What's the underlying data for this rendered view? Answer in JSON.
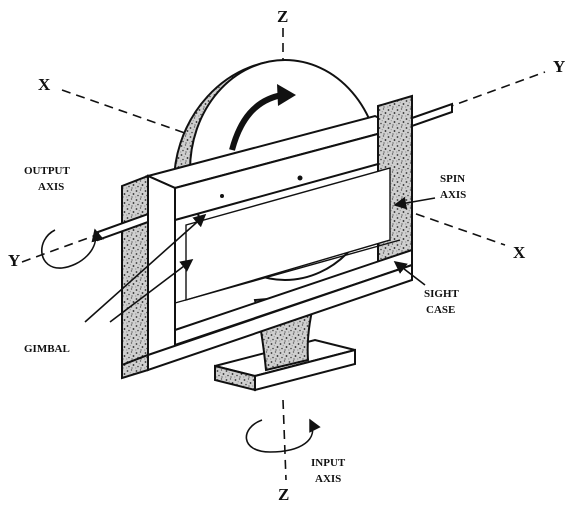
{
  "labels": {
    "z_top": "Z",
    "z_bottom": "Z",
    "x_left": "X",
    "x_right": "X",
    "y_left": "Y",
    "y_right": "Y",
    "output_axis_line1": "OUTPUT",
    "output_axis_line2": "AXIS",
    "spin_axis_line1": "SPIN",
    "spin_axis_line2": "AXIS",
    "gimbal": "GIMBAL",
    "sight_case_line1": "SIGHT",
    "sight_case_line2": "CASE",
    "input_axis_line1": "INPUT",
    "input_axis_line2": "AXIS"
  }
}
